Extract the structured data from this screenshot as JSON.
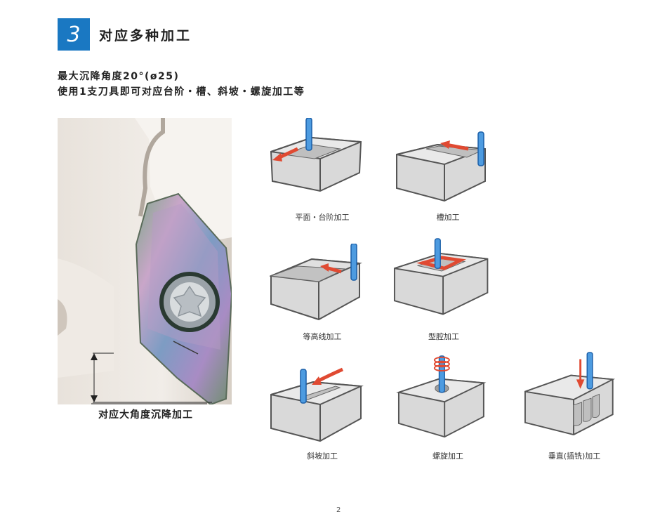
{
  "header": {
    "section_number": "3",
    "title": "对应多种加工"
  },
  "intro": {
    "line1": "最大沉降角度20°(ø25)",
    "line2": "使用1支刀具即可对应台阶・槽、斜坡・螺旋加工等"
  },
  "photo": {
    "caption": "对应大角度沉降加工"
  },
  "operations": [
    {
      "label": "平面・台阶加工"
    },
    {
      "label": "槽加工"
    },
    {
      "label": "等高线加工"
    },
    {
      "label": "型腔加工"
    },
    {
      "label": "斜坡加工"
    },
    {
      "label": "螺旋加工"
    },
    {
      "label": "垂直(插铣)加工"
    }
  ],
  "footer": {
    "page_number": "2"
  },
  "colors": {
    "accent_blue": "#1a78c2",
    "arrow_red": "#e04a32",
    "block_gray": "#d9d9d9"
  }
}
